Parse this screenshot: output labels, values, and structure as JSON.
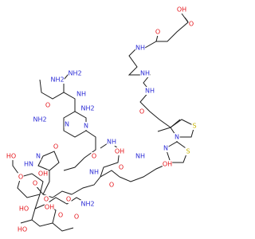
{
  "colors": {
    "bond": "#1a1a1a",
    "oxygen": "#e5141a",
    "nitrogen": "#2b2bd6",
    "sulfur": "#c8b400",
    "background": "#ffffff"
  },
  "atom_labels": [
    {
      "id": "oh-top",
      "text": "OH",
      "element": "O"
    },
    {
      "id": "o-acid",
      "text": "O",
      "element": "O"
    },
    {
      "id": "o-amide1",
      "text": "O",
      "element": "O"
    },
    {
      "id": "nh-amide1",
      "text": "NH",
      "element": "N"
    },
    {
      "id": "nh-amine",
      "text": "NH",
      "element": "N"
    },
    {
      "id": "nh-amide2",
      "text": "NH",
      "element": "N"
    },
    {
      "id": "o-amide2",
      "text": "O",
      "element": "O"
    },
    {
      "id": "s-thiazole1",
      "text": "S",
      "element": "S"
    },
    {
      "id": "n-thiazole1",
      "text": "N",
      "element": "N"
    },
    {
      "id": "n-thiazole2",
      "text": "N",
      "element": "N"
    },
    {
      "id": "s-thiazole2",
      "text": "S",
      "element": "S"
    },
    {
      "id": "nh2-a",
      "text": "NH2",
      "element": "N"
    },
    {
      "id": "nh2-b",
      "text": "NH2",
      "element": "N"
    },
    {
      "id": "nh-c",
      "text": "NH",
      "element": "N"
    },
    {
      "id": "o-c",
      "text": "O",
      "element": "O"
    },
    {
      "id": "nh2-d",
      "text": "NH2",
      "element": "N"
    },
    {
      "id": "nh2-e",
      "text": "NH2",
      "element": "N"
    },
    {
      "id": "n-pyr1",
      "text": "N",
      "element": "N"
    },
    {
      "id": "n-pyr2",
      "text": "N",
      "element": "N"
    },
    {
      "id": "o-ketone",
      "text": "O",
      "element": "O"
    },
    {
      "id": "nh-f",
      "text": "NH",
      "element": "N"
    },
    {
      "id": "oh-thr",
      "text": "OH",
      "element": "O"
    },
    {
      "id": "nh-g",
      "text": "NH",
      "element": "N"
    },
    {
      "id": "o-g",
      "text": "O",
      "element": "O"
    },
    {
      "id": "oh-mid",
      "text": "OH",
      "element": "O"
    },
    {
      "id": "o-h",
      "text": "O",
      "element": "O"
    },
    {
      "id": "nh-h",
      "text": "NH",
      "element": "N"
    },
    {
      "id": "o-i",
      "text": "O",
      "element": "O"
    },
    {
      "id": "nh-imid",
      "text": "N",
      "element": "N"
    },
    {
      "id": "hn-imid",
      "text": "HN",
      "element": "N"
    },
    {
      "id": "o-glyc",
      "text": "O",
      "element": "O"
    },
    {
      "id": "oh-sugar1",
      "text": "OH",
      "element": "O"
    },
    {
      "id": "o-ring1",
      "text": "O",
      "element": "O"
    },
    {
      "id": "ho-1",
      "text": "HO",
      "element": "O"
    },
    {
      "id": "o-link",
      "text": "O",
      "element": "O"
    },
    {
      "id": "oh-2",
      "text": "OH",
      "element": "O"
    },
    {
      "id": "o-ring2",
      "text": "O",
      "element": "O"
    },
    {
      "id": "ho-2",
      "text": "HO",
      "element": "O"
    },
    {
      "id": "o-carb",
      "text": "O",
      "element": "O"
    },
    {
      "id": "ho-3",
      "text": "HO",
      "element": "O"
    },
    {
      "id": "o-carb2",
      "text": "O",
      "element": "O"
    },
    {
      "id": "nh2-carb",
      "text": "NH2",
      "element": "N"
    }
  ]
}
